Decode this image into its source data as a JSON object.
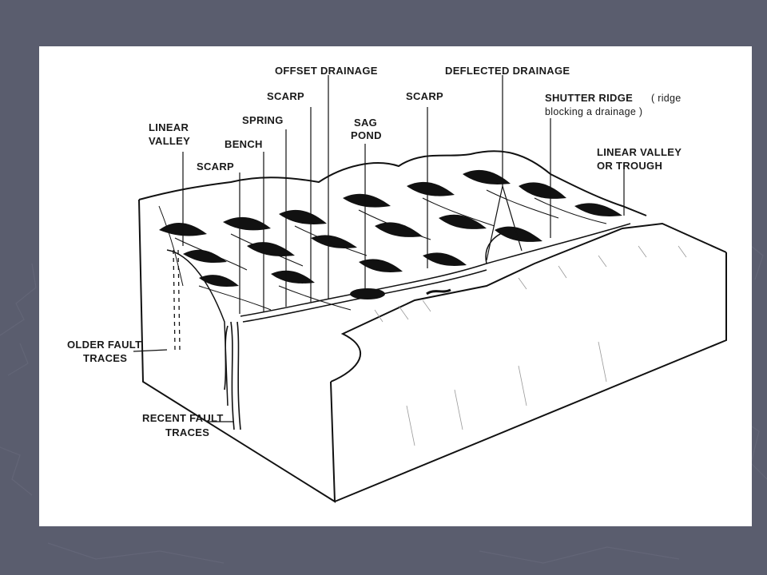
{
  "slide": {
    "background_color": "#5a5d6e",
    "panel_color": "#ffffff"
  },
  "diagram": {
    "labels": {
      "offset_drainage": "OFFSET DRAINAGE",
      "deflected_drainage": "DEFLECTED DRAINAGE",
      "scarp_upper": "SCARP",
      "scarp_right": "SCARP",
      "spring": "SPRING",
      "sag_pond_1": "SAG",
      "sag_pond_2": "POND",
      "linear_valley_1": "LINEAR",
      "linear_valley_2": "VALLEY",
      "bench": "BENCH",
      "scarp_left": "SCARP",
      "shutter_ridge_1": "SHUTTER RIDGE",
      "shutter_ridge_paren_1": "( ridge",
      "shutter_ridge_2": "blocking a drainage )",
      "linear_trough_1": "LINEAR VALLEY",
      "linear_trough_2": "OR TROUGH",
      "older_fault_1": "OLDER FAULT",
      "older_fault_2": "TRACES",
      "recent_fault_1": "RECENT FAULT",
      "recent_fault_2": "TRACES"
    }
  }
}
